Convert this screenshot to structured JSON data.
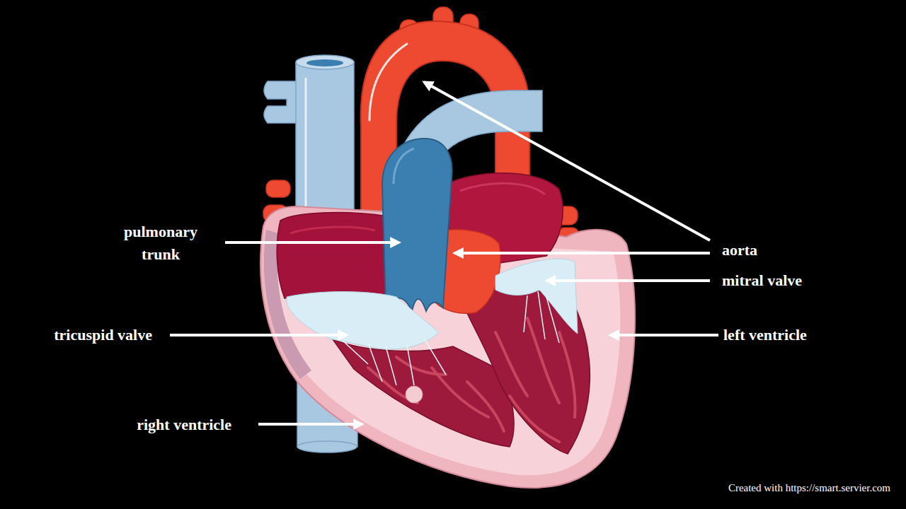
{
  "diagram": {
    "labels": [
      "pulmonary trunk",
      "aorta",
      "mitral valve",
      "tricuspid valve",
      "left ventricle",
      "right ventricle",
      "Created with https://smart.servier.com"
    ]
  }
}
